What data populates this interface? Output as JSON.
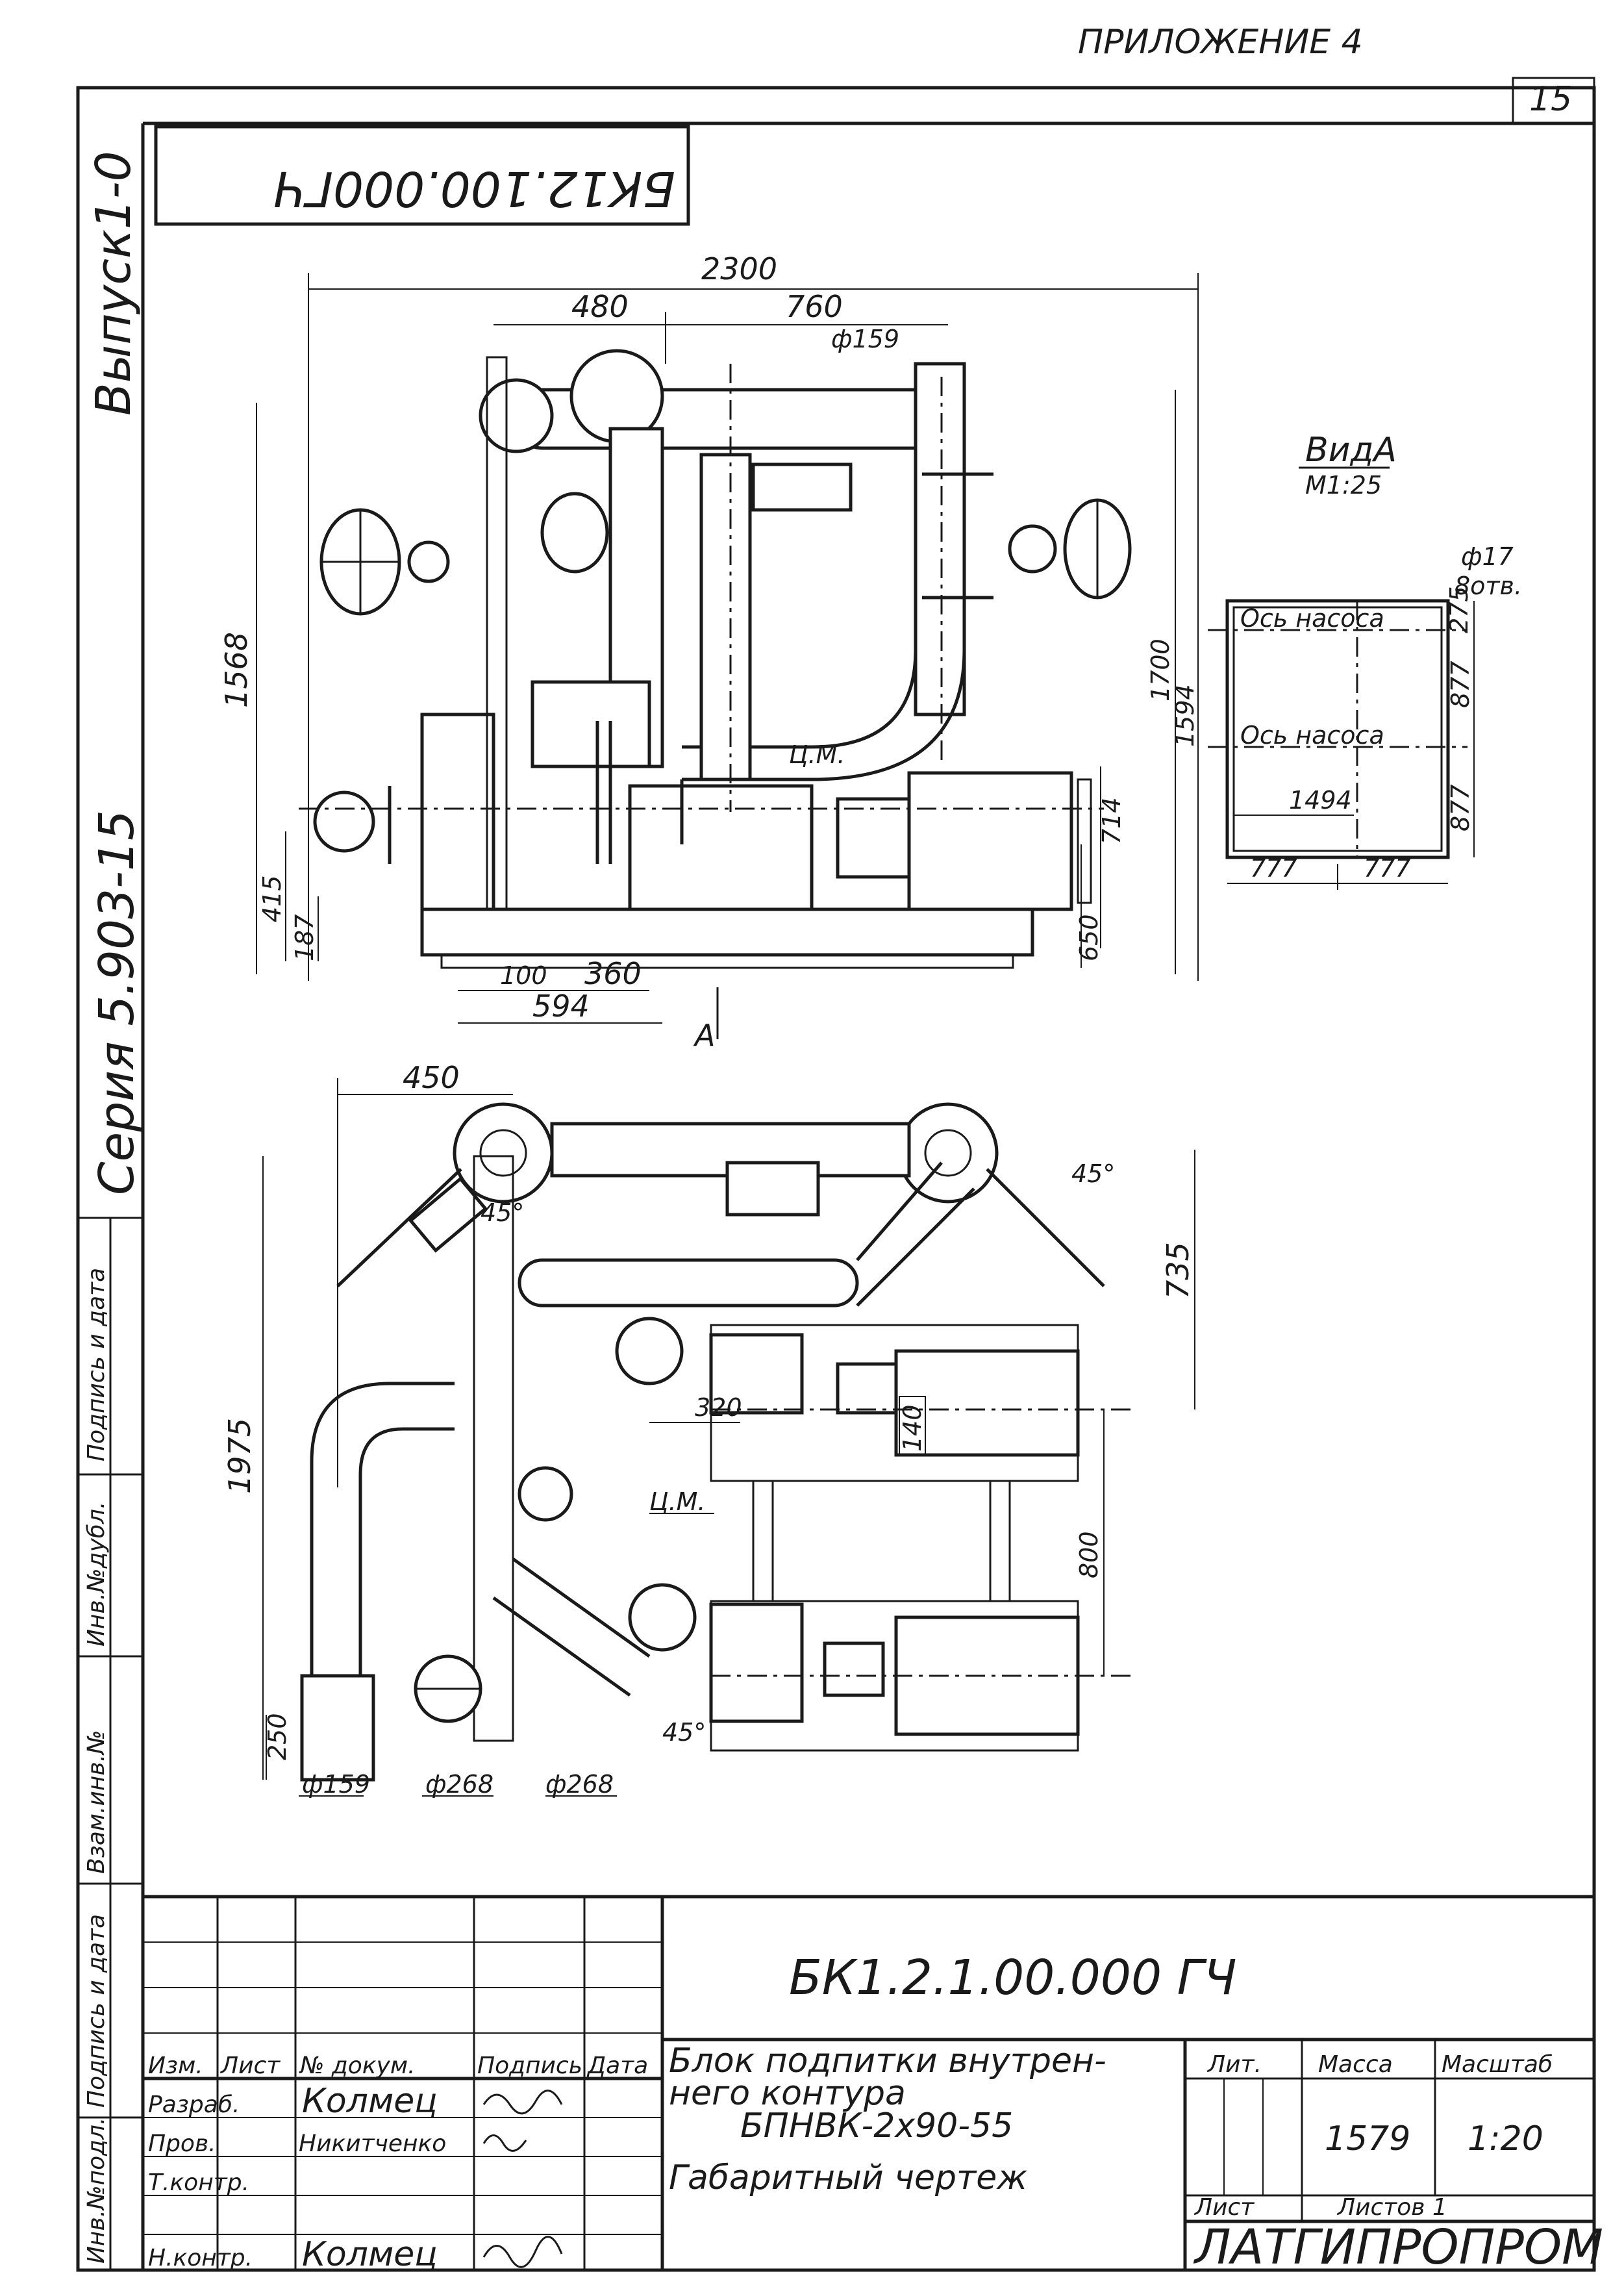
{
  "header": {
    "appendix": "ПРИЛОЖЕНИЕ 4",
    "sheet_number": "15"
  },
  "stamp": {
    "code_mirrored": "БК12.100.000ГЧ"
  },
  "side_margin": {
    "issue": "Выпуск1-0",
    "series": "Серия 5.903-15",
    "fields": [
      "Взам.инв.№",
      "Инв.№дубл.",
      "Подпись и дата",
      "Подпись и дата",
      "Инв.№подл."
    ]
  },
  "view_top": {
    "dims": {
      "overall_width": "2300",
      "d480": "480",
      "d760": "760",
      "dia159": "ф159",
      "height1568": "1568",
      "d415": "415",
      "d187": "187",
      "d100": "100",
      "d360": "360",
      "d594": "594",
      "d714": "714",
      "d650": "650",
      "d1700": "1700",
      "d1594": "1594",
      "cm": "Ц.М.",
      "view_marker": "А"
    }
  },
  "view_a": {
    "title": "ВидА",
    "scale": "М1:25",
    "hole_dia": "ф17",
    "hole_count": "8отв.",
    "axis1": "Ось насоса",
    "axis2": "Ось насоса",
    "d275": "275",
    "d877a": "877",
    "d877b": "877",
    "d1494": "1494",
    "d777a": "777",
    "d777b": "777"
  },
  "view_plan": {
    "dims": {
      "d450": "450",
      "angle_left": "45°",
      "angle_right": "45°",
      "angle_bottom": "45°",
      "d735": "735",
      "d1975": "1975",
      "d320": "320",
      "d140": "140",
      "cm": "Ц.М.",
      "d800": "800",
      "d250": "250",
      "dia159": "ф159",
      "dia268a": "ф268",
      "dia268b": "ф268"
    }
  },
  "title_block": {
    "code": "БК1.2.1.00.000 ГЧ",
    "title_line1": "Блок подпитки внутрен-",
    "title_line2": "него контура",
    "title_line3": "БПНВК-2х90-55",
    "title_line4": "Габаритный чертеж",
    "col_izm": "Изм.",
    "col_list": "Лист",
    "col_doc": "№ докум.",
    "col_sign": "Подпись",
    "col_date": "Дата",
    "role_dev": "Разраб.",
    "name_dev": "Колмец",
    "role_check": "Пров.",
    "name_check": "Никитченко",
    "role_tcontrol": "Т.контр.",
    "role_ncontrol": "Н.контр.",
    "name_ncontrol": "Колмец",
    "lit_label": "Лит.",
    "mass_label": "Масса",
    "scale_label": "Масштаб",
    "mass_value": "1579",
    "scale_value": "1:20",
    "sheet_label": "Лист",
    "sheets_label": "Листов 1",
    "organization": "ЛАТГИПРОПРОМ"
  }
}
